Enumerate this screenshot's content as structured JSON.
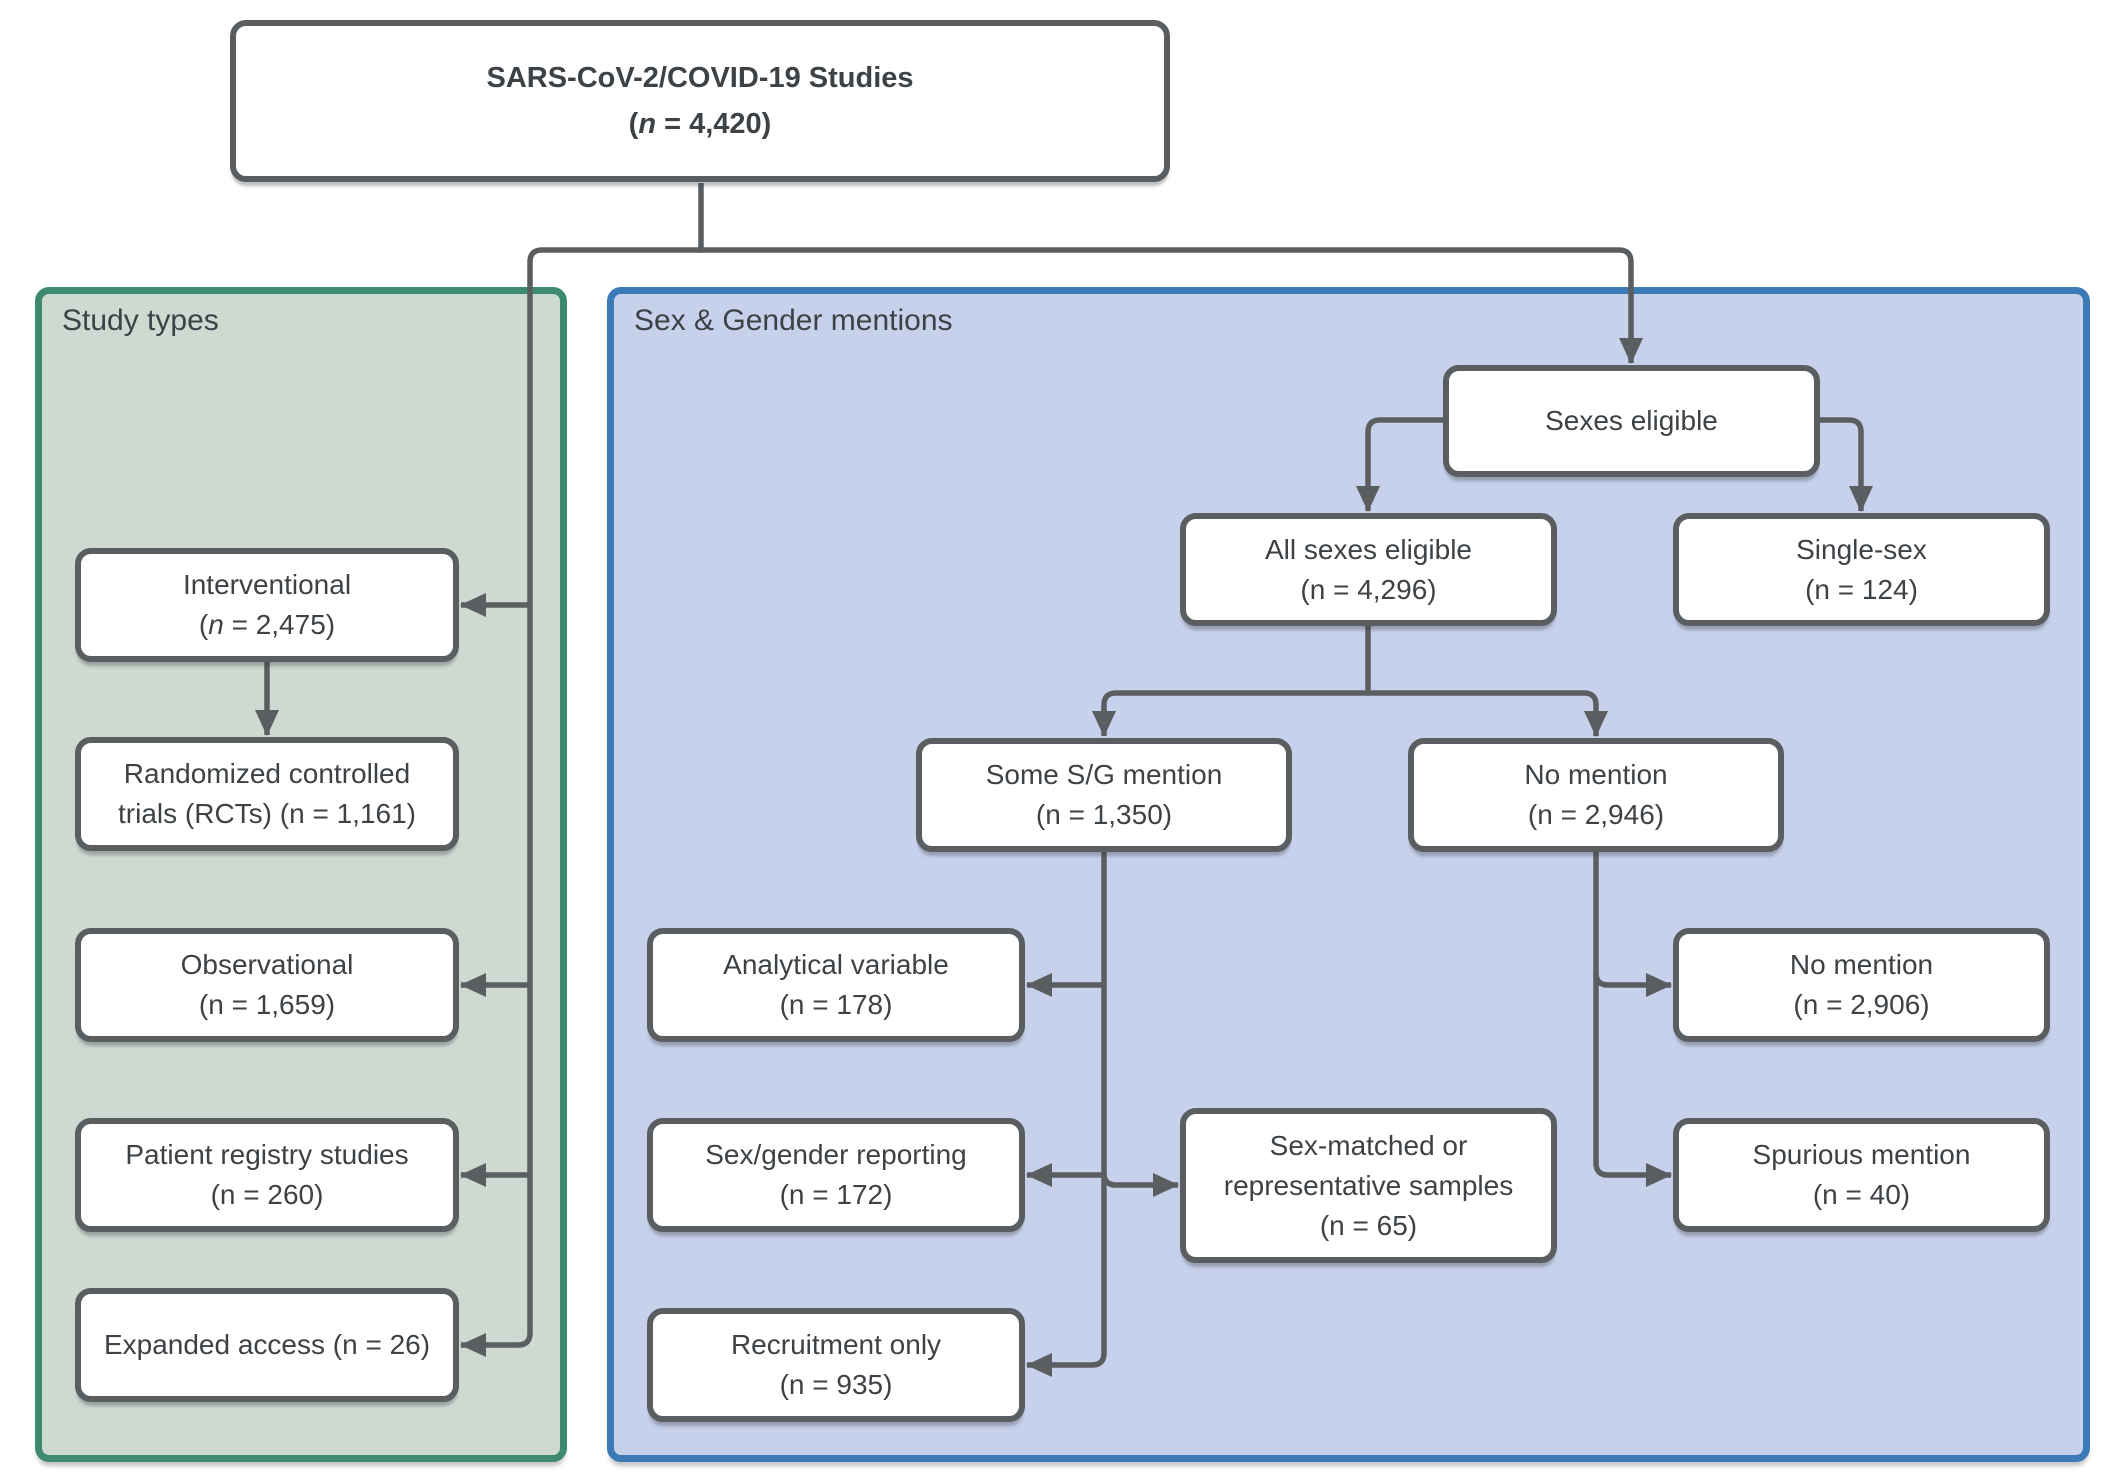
{
  "figure": {
    "colors": {
      "line": "#5b5e61",
      "box_border": "#5b5e61",
      "text": "#3d4246",
      "green_border": "#3d8a70",
      "green_fill": "#cdd9d1",
      "blue_border": "#3b79b7",
      "blue_fill": "#c7d1ec",
      "box_fill": "#ffffff"
    },
    "panels": [
      {
        "id": "study-types",
        "label": "Study types"
      },
      {
        "id": "sex-gender-mentions",
        "label": "Sex & Gender mentions"
      }
    ],
    "boxes": [
      {
        "id": "root",
        "bold": true,
        "lines": [
          {
            "text": "SARS-CoV-2/COVID-19 Studies"
          },
          {
            "text": "(n = 4,420)",
            "italic_n": true
          }
        ]
      },
      {
        "id": "interventional",
        "panel": "study-types",
        "lines": [
          {
            "text": "Interventional"
          },
          {
            "text": "(n = 2,475)",
            "italic_n": true
          }
        ]
      },
      {
        "id": "rcts",
        "panel": "study-types",
        "lines": [
          {
            "text": "Randomized controlled"
          },
          {
            "text": "trials (RCTs) (n = 1,161)"
          }
        ]
      },
      {
        "id": "observational",
        "panel": "study-types",
        "lines": [
          {
            "text": "Observational"
          },
          {
            "text": "(n = 1,659)"
          }
        ]
      },
      {
        "id": "patient-registry",
        "panel": "study-types",
        "lines": [
          {
            "text": "Patient registry studies"
          },
          {
            "text": "(n = 260)"
          }
        ]
      },
      {
        "id": "expanded-access",
        "panel": "study-types",
        "lines": [
          {
            "text": "Expanded access (n = 26)"
          }
        ]
      },
      {
        "id": "sexes-eligible",
        "panel": "sex-gender-mentions",
        "lines": [
          {
            "text": "Sexes eligible"
          }
        ]
      },
      {
        "id": "all-sexes-eligible",
        "panel": "sex-gender-mentions",
        "lines": [
          {
            "text": "All sexes eligible"
          },
          {
            "text": "(n = 4,296)"
          }
        ]
      },
      {
        "id": "single-sex",
        "panel": "sex-gender-mentions",
        "lines": [
          {
            "text": "Single-sex"
          },
          {
            "text": "(n = 124)"
          }
        ]
      },
      {
        "id": "some-sg-mention",
        "panel": "sex-gender-mentions",
        "lines": [
          {
            "text": "Some S/G mention"
          },
          {
            "text": "(n = 1,350)"
          }
        ]
      },
      {
        "id": "no-mention",
        "panel": "sex-gender-mentions",
        "lines": [
          {
            "text": "No mention"
          },
          {
            "text": "(n = 2,946)"
          }
        ]
      },
      {
        "id": "analytical-variable",
        "panel": "sex-gender-mentions",
        "lines": [
          {
            "text": "Analytical variable"
          },
          {
            "text": "(n = 178)"
          }
        ]
      },
      {
        "id": "sex-gender-reporting",
        "panel": "sex-gender-mentions",
        "lines": [
          {
            "text": "Sex/gender reporting"
          },
          {
            "text": "(n = 172)"
          }
        ]
      },
      {
        "id": "recruitment-only",
        "panel": "sex-gender-mentions",
        "lines": [
          {
            "text": "Recruitment only"
          },
          {
            "text": "(n = 935)"
          }
        ]
      },
      {
        "id": "sex-matched",
        "panel": "sex-gender-mentions",
        "lines": [
          {
            "text": "Sex-matched or"
          },
          {
            "text": "representative samples"
          },
          {
            "text": "(n = 65)"
          }
        ]
      },
      {
        "id": "no-mention-2",
        "panel": "sex-gender-mentions",
        "lines": [
          {
            "text": "No mention"
          },
          {
            "text": "(n = 2,906)"
          }
        ]
      },
      {
        "id": "spurious-mention",
        "panel": "sex-gender-mentions",
        "lines": [
          {
            "text": "Spurious mention"
          },
          {
            "text": "(n = 40)"
          }
        ]
      }
    ],
    "edges": [
      {
        "from": "root",
        "to": "interventional"
      },
      {
        "from": "root",
        "to": "observational"
      },
      {
        "from": "root",
        "to": "patient-registry"
      },
      {
        "from": "root",
        "to": "expanded-access"
      },
      {
        "from": "interventional",
        "to": "rcts"
      },
      {
        "from": "root",
        "to": "sexes-eligible"
      },
      {
        "from": "sexes-eligible",
        "to": "all-sexes-eligible"
      },
      {
        "from": "sexes-eligible",
        "to": "single-sex"
      },
      {
        "from": "all-sexes-eligible",
        "to": "some-sg-mention"
      },
      {
        "from": "all-sexes-eligible",
        "to": "no-mention"
      },
      {
        "from": "some-sg-mention",
        "to": "analytical-variable"
      },
      {
        "from": "some-sg-mention",
        "to": "sex-gender-reporting"
      },
      {
        "from": "some-sg-mention",
        "to": "sex-matched"
      },
      {
        "from": "some-sg-mention",
        "to": "recruitment-only"
      },
      {
        "from": "no-mention",
        "to": "no-mention-2"
      },
      {
        "from": "no-mention",
        "to": "spurious-mention"
      }
    ]
  }
}
